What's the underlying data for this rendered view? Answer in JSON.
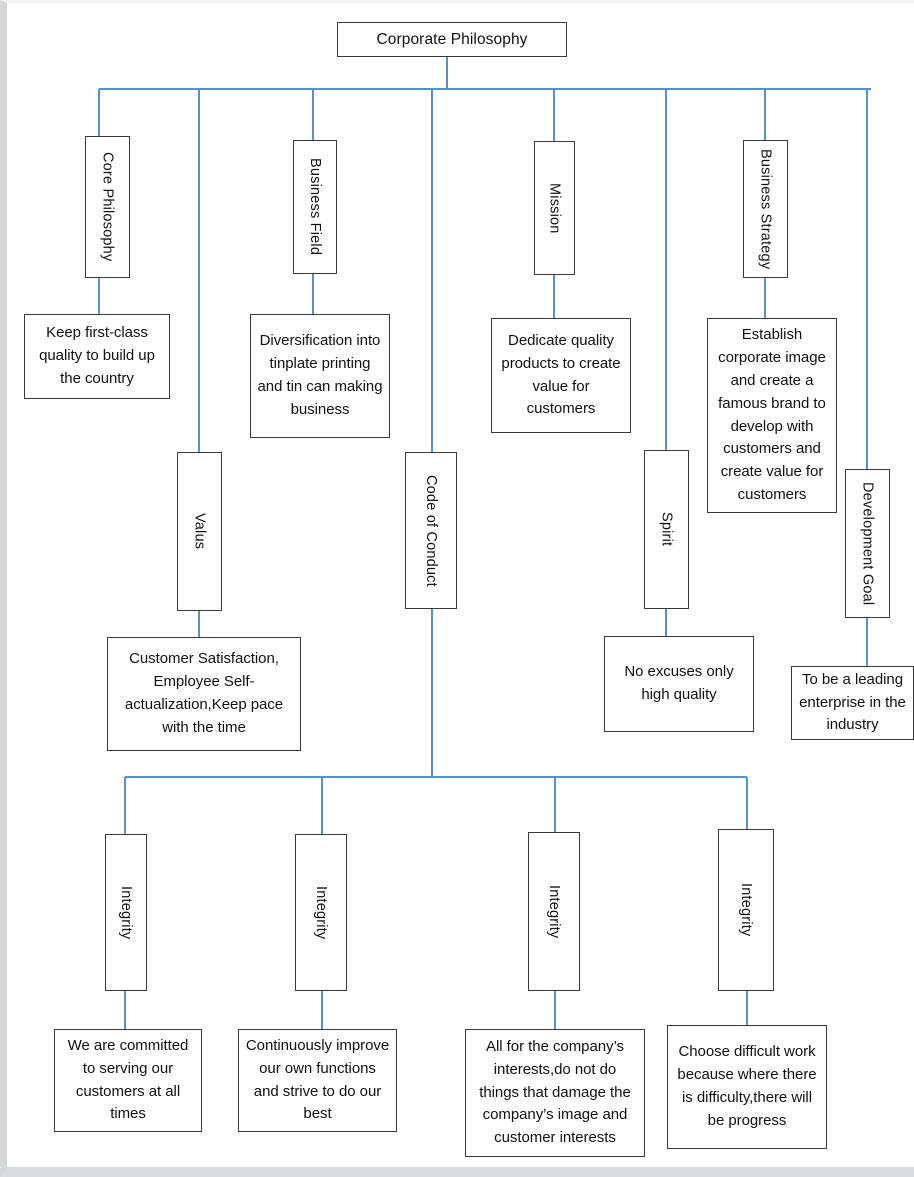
{
  "diagram": {
    "title": "Corporate Philosophy",
    "type": "organizational-hierarchy-chart",
    "root": {
      "label": "Corporate Philosophy"
    },
    "branches": [
      {
        "id": "core-philosophy",
        "category": "Core Philosophy",
        "orientation": "vertical",
        "detail": "Keep first-class quality to build up the country"
      },
      {
        "id": "valus",
        "category": "Valus",
        "orientation": "vertical",
        "detail": "Customer Satisfaction, Employee Self-actualization,Keep pace with the time"
      },
      {
        "id": "business-field",
        "category": "Business Field",
        "orientation": "vertical",
        "detail": "Diversification into tinplate printing and tin can making business"
      },
      {
        "id": "code-of-conduct",
        "category": "Code of Conduct",
        "orientation": "vertical",
        "detail": null
      },
      {
        "id": "mission",
        "category": "Mission",
        "orientation": "vertical",
        "detail": "Dedicate quality products to create value for customers"
      },
      {
        "id": "spirit",
        "category": "Spirit",
        "orientation": "vertical",
        "detail": "No excuses only high quality"
      },
      {
        "id": "business-strategy",
        "category": "Business Strategy",
        "orientation": "vertical",
        "detail": "Establish corporate image and create a famous brand to develop with customers and create value for customers"
      },
      {
        "id": "development-goal",
        "category": "Development Goal",
        "orientation": "vertical",
        "detail": "To be a leading enterprise in the industry"
      }
    ],
    "conduct_children": [
      {
        "id": "integrity-1",
        "category": "Integrity",
        "detail": "We are committed to serving our customers at all times"
      },
      {
        "id": "integrity-2",
        "category": "Integrity",
        "detail": "Continuously improve our own functions and strive to do our best"
      },
      {
        "id": "integrity-3",
        "category": "Integrity",
        "detail": "All for the company’s interests,do not do things that damage the company’s image and customer interests"
      },
      {
        "id": "integrity-4",
        "category": "Integrity",
        "detail": "Choose difficult work because where there is difficulty,there will be progress"
      }
    ],
    "colors": {
      "connector": "#5b8fc9",
      "box_border": "#3a3a3a",
      "box_fill": "#ffffff",
      "text": "#111111",
      "page_background": "#ffffff",
      "canvas_surround": "#d8dadc"
    }
  }
}
